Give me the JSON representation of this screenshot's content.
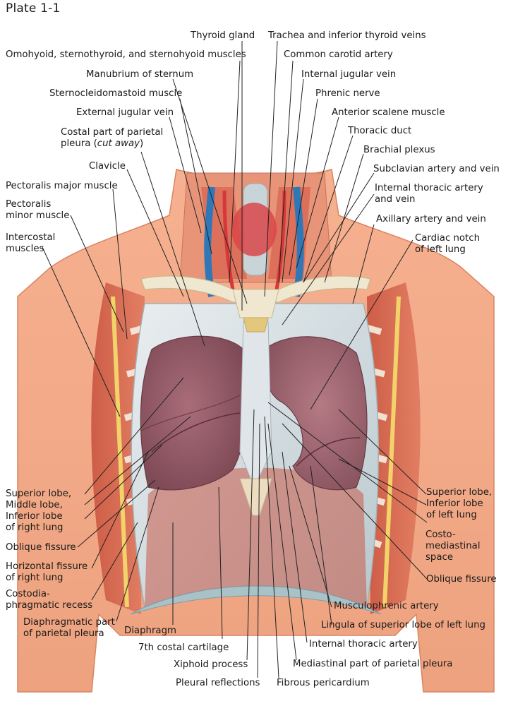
{
  "plate": "Plate 1-1",
  "labels": {
    "thyroid_gland": "Thyroid gland",
    "trachea_veins": "Trachea and inferior thyroid veins",
    "omohyoid": "Omohyoid, sternothyroid, and sternohyoid muscles",
    "common_carotid": "Common carotid artery",
    "manubrium": "Manubrium of sternum",
    "internal_jugular": "Internal jugular vein",
    "scm": "Sternocleidomastoid muscle",
    "phrenic": "Phrenic nerve",
    "external_jugular": "External jugular vein",
    "anterior_scalene": "Anterior scalene muscle",
    "costal_pleura_a": "Costal part of parietal",
    "costal_pleura_b": "pleura (",
    "costal_pleura_c": "cut away",
    "costal_pleura_d": ")",
    "thoracic_duct": "Thoracic duct",
    "brachial_plexus": "Brachial plexus",
    "clavicle": "Clavicle",
    "subclavian": "Subclavian artery and vein",
    "pect_major": "Pectoralis major muscle",
    "int_thoracic_av": "Internal thoracic artery\nand vein",
    "pect_minor": "Pectoralis\nminor muscle",
    "axillary": "Axillary artery and vein",
    "intercostal": "Intercostal\nmuscles",
    "cardiac_notch": "Cardiac notch\nof left lung",
    "right_lobes": "Superior lobe,\nMiddle lobe,\nInferior lobe\nof right lung",
    "left_lobes": "Superior lobe,\nInferior lobe\nof left lung",
    "oblique_right": "Oblique fissure",
    "costomediastinal": "Costo-\nmediastinal\nspace",
    "horizontal_fissure": "Horizontal fissure\nof right lung",
    "oblique_left": "Oblique fissure",
    "costodiaphragmatic": "Costodia-\nphragmatic recess",
    "musculophrenic": "Musculophrenic artery",
    "diaph_pleura": "Diaphragmatic part\nof parietal pleura",
    "lingula": "Lingula of superior lobe of left lung",
    "diaphragm": "Diaphragm",
    "seventh_cartilage": "7th costal cartilage",
    "int_thoracic_a": "Internal thoracic artery",
    "xiphoid": "Xiphoid process",
    "mediastinal_pleura": "Mediastinal part of parietal pleura",
    "pleural_reflections": "Pleural reflections",
    "fibrous_pericardium": "Fibrous pericardium"
  }
}
